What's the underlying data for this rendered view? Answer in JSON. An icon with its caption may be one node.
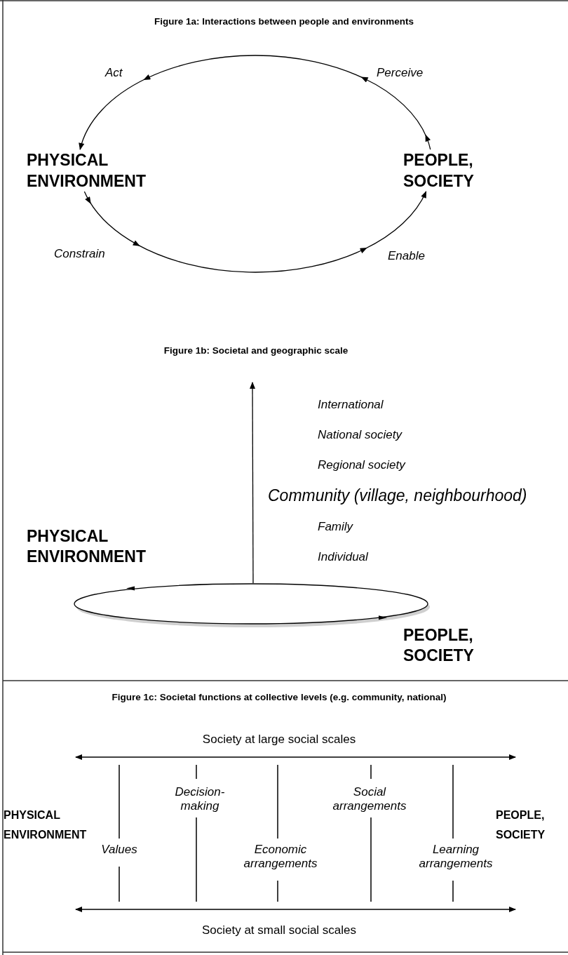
{
  "diagram": {
    "nodes": [
      {
        "text": [
          "PHYSICAL ENVIRONMENT"
        ]
      },
      {
        "text": [
          "PEOPLE, SOCIETY"
        ]
      },
      {
        "text": [],
        "shape": "ellipse"
      }
    ],
    "edges": [
      {
        "from": 1,
        "to": 0,
        "arrow": "to"
      },
      {
        "from": 0,
        "to": 1,
        "arrow": "to"
      },
      {
        "from": 2,
        "to": null,
        "arrow": "to"
      }
    ],
    "labels": [
      "Figure 1a: Interactions between people and environments",
      "Act",
      "Perceive",
      "Constrain",
      "Enable",
      "Figure 1b: Societal and geographic scale",
      "International",
      "National society",
      "Regional society",
      "Community (village, neighbourhood)",
      "Family",
      "Individual",
      "PHYSICAL ENVIRONMENT",
      "PEOPLE, SOCIETY",
      "Figure 1c: Societal functions at collective levels (e.g. community, national)",
      "Society at large social scales",
      "Decision-making",
      "Social arrangements",
      "PHYSICAL ENVIRONMENT",
      "PEOPLE, SOCIETY",
      "Values",
      "Economic arrangements",
      "Learning arrangements",
      "Society at small social scales"
    ]
  }
}
